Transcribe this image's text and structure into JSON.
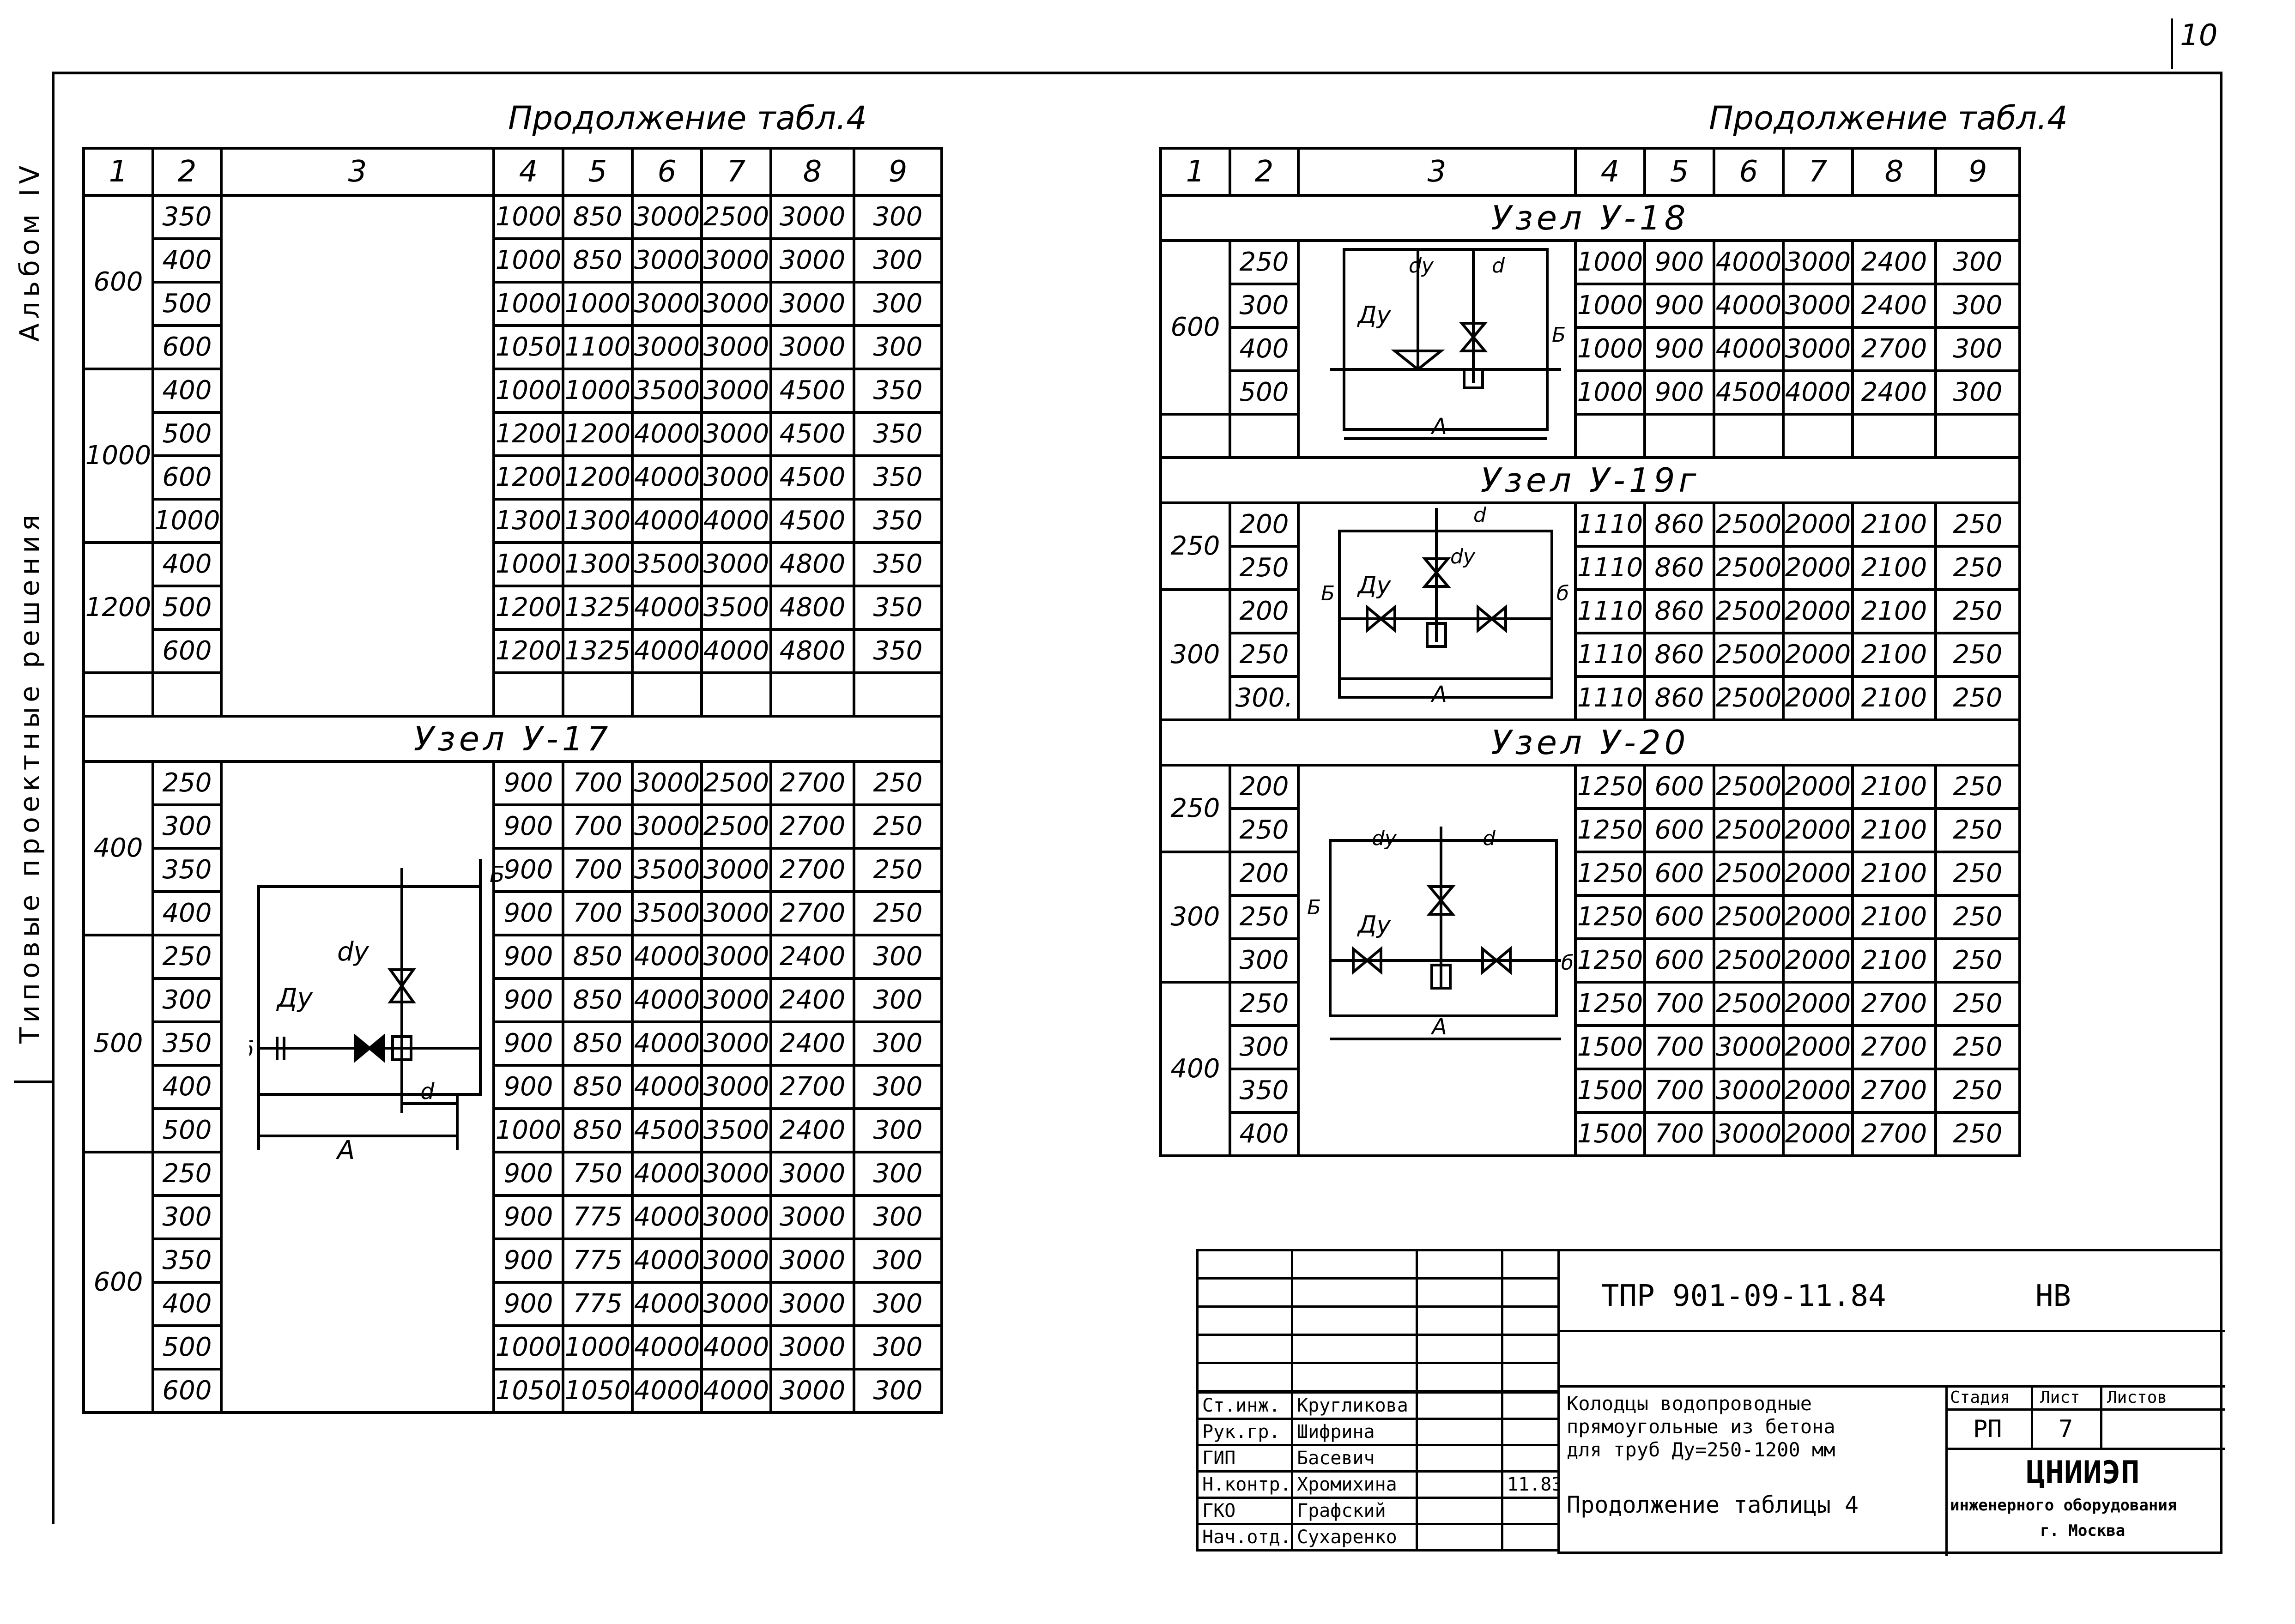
{
  "page_number": "10",
  "side_text": {
    "album": "Альбом IV",
    "series": "Типовые проектные решения"
  },
  "left_caption": "Продолжение табл.4",
  "right_caption": "Продолжение табл.4",
  "headers": [
    "1",
    "2",
    "3",
    "4",
    "5",
    "6",
    "7",
    "8",
    "9"
  ],
  "left_table": {
    "groups_top": [
      {
        "d": "600",
        "rows": [
          [
            "350",
            "1000",
            "850",
            "3000",
            "2500",
            "3000",
            "300"
          ],
          [
            "400",
            "1000",
            "850",
            "3000",
            "3000",
            "3000",
            "300"
          ],
          [
            "500",
            "1000",
            "1000",
            "3000",
            "3000",
            "3000",
            "300"
          ],
          [
            "600",
            "1050",
            "1100",
            "3000",
            "3000",
            "3000",
            "300"
          ]
        ]
      },
      {
        "d": "1000",
        "rows": [
          [
            "400",
            "1000",
            "1000",
            "3500",
            "3000",
            "4500",
            "350"
          ],
          [
            "500",
            "1200",
            "1200",
            "4000",
            "3000",
            "4500",
            "350"
          ],
          [
            "600",
            "1200",
            "1200",
            "4000",
            "3000",
            "4500",
            "350"
          ],
          [
            "1000",
            "1300",
            "1300",
            "4000",
            "4000",
            "4500",
            "350"
          ]
        ]
      },
      {
        "d": "1200",
        "rows": [
          [
            "400",
            "1000",
            "1300",
            "3500",
            "3000",
            "4800",
            "350"
          ],
          [
            "500",
            "1200",
            "1325",
            "4000",
            "3500",
            "4800",
            "350"
          ],
          [
            "600",
            "1200",
            "1325",
            "4000",
            "4000",
            "4800",
            "350"
          ]
        ]
      }
    ],
    "section": "Узел У-17",
    "groups_bottom": [
      {
        "d": "400",
        "rows": [
          [
            "250",
            "900",
            "700",
            "3000",
            "2500",
            "2700",
            "250"
          ],
          [
            "300",
            "900",
            "700",
            "3000",
            "2500",
            "2700",
            "250"
          ],
          [
            "350",
            "900",
            "700",
            "3500",
            "3000",
            "2700",
            "250"
          ],
          [
            "400",
            "900",
            "700",
            "3500",
            "3000",
            "2700",
            "250"
          ]
        ]
      },
      {
        "d": "500",
        "rows": [
          [
            "250",
            "900",
            "850",
            "4000",
            "3000",
            "2400",
            "300"
          ],
          [
            "300",
            "900",
            "850",
            "4000",
            "3000",
            "2400",
            "300"
          ],
          [
            "350",
            "900",
            "850",
            "4000",
            "3000",
            "2400",
            "300"
          ],
          [
            "400",
            "900",
            "850",
            "4000",
            "3000",
            "2700",
            "300"
          ],
          [
            "500",
            "1000",
            "850",
            "4500",
            "3500",
            "2400",
            "300"
          ]
        ]
      },
      {
        "d": "600",
        "rows": [
          [
            "250",
            "900",
            "750",
            "4000",
            "3000",
            "3000",
            "300"
          ],
          [
            "300",
            "900",
            "775",
            "4000",
            "3000",
            "3000",
            "300"
          ],
          [
            "350",
            "900",
            "775",
            "4000",
            "3000",
            "3000",
            "300"
          ],
          [
            "400",
            "900",
            "775",
            "4000",
            "3000",
            "3000",
            "300"
          ],
          [
            "500",
            "1000",
            "1000",
            "4000",
            "4000",
            "3000",
            "300"
          ],
          [
            "600",
            "1050",
            "1050",
            "4000",
            "4000",
            "3000",
            "300"
          ]
        ]
      }
    ]
  },
  "right_table": {
    "sections": [
      {
        "title": "Узел У-18",
        "groups": [
          {
            "d": "600",
            "rows": [
              [
                "250",
                "1000",
                "900",
                "4000",
                "3000",
                "2400",
                "300"
              ],
              [
                "300",
                "1000",
                "900",
                "4000",
                "3000",
                "2400",
                "300"
              ],
              [
                "400",
                "1000",
                "900",
                "4000",
                "3000",
                "2700",
                "300"
              ],
              [
                "500",
                "1000",
                "900",
                "4500",
                "4000",
                "2400",
                "300"
              ]
            ]
          }
        ]
      },
      {
        "title": "Узел У-19г",
        "groups": [
          {
            "d": "250",
            "rows": [
              [
                "200",
                "1110",
                "860",
                "2500",
                "2000",
                "2100",
                "250"
              ],
              [
                "250",
                "1110",
                "860",
                "2500",
                "2000",
                "2100",
                "250"
              ]
            ]
          },
          {
            "d": "300",
            "rows": [
              [
                "200",
                "1110",
                "860",
                "2500",
                "2000",
                "2100",
                "250"
              ],
              [
                "250",
                "1110",
                "860",
                "2500",
                "2000",
                "2100",
                "250"
              ],
              [
                "300.",
                "1110",
                "860",
                "2500",
                "2000",
                "2100",
                "250"
              ]
            ]
          }
        ]
      },
      {
        "title": "Узел У-20",
        "groups": [
          {
            "d": "250",
            "rows": [
              [
                "200",
                "1250",
                "600",
                "2500",
                "2000",
                "2100",
                "250"
              ],
              [
                "250",
                "1250",
                "600",
                "2500",
                "2000",
                "2100",
                "250"
              ]
            ]
          },
          {
            "d": "300",
            "rows": [
              [
                "200",
                "1250",
                "600",
                "2500",
                "2000",
                "2100",
                "250"
              ],
              [
                "250",
                "1250",
                "600",
                "2500",
                "2000",
                "2100",
                "250"
              ],
              [
                "300",
                "1250",
                "600",
                "2500",
                "2000",
                "2100",
                "250"
              ]
            ]
          },
          {
            "d": "400",
            "rows": [
              [
                "250",
                "1250",
                "700",
                "2500",
                "2000",
                "2700",
                "250"
              ],
              [
                "300",
                "1500",
                "700",
                "3000",
                "2000",
                "2700",
                "250"
              ],
              [
                "350",
                "1500",
                "700",
                "3000",
                "2000",
                "2700",
                "250"
              ],
              [
                "400",
                "1500",
                "700",
                "3000",
                "2000",
                "2700",
                "250"
              ]
            ]
          }
        ]
      }
    ]
  },
  "diagram_labels": {
    "Du": "Ду",
    "dy": "dy",
    "d": "d",
    "A": "А",
    "B": "Б",
    "b": "б"
  },
  "stamp": {
    "code": "ТПР 901-09-11.84",
    "suffix": "НВ",
    "people": [
      {
        "role": "Ст.инж.",
        "name": "Кругликова"
      },
      {
        "role": "Рук.гр.",
        "name": "Шифрина"
      },
      {
        "role": "ГИП",
        "name": "Басевич"
      },
      {
        "role": "Н.контр.",
        "name": "Хромихина",
        "date": "11.83"
      },
      {
        "role": "ГКО",
        "name": "Графский"
      },
      {
        "role": "Нач.отд.",
        "name": "Сухаренко"
      }
    ],
    "description_lines": [
      "Колодцы водопроводные",
      "прямоугольные из бетона",
      "для труб Ду=250-1200 мм"
    ],
    "sheet_title": "Продолжение таблицы 4",
    "stage_header": "Стадия",
    "sheet_header": "Лист",
    "sheets_header": "Листов",
    "stage": "РП",
    "sheet": "7",
    "org": "ЦНИИЭП",
    "org_sub": "инженерного оборудования",
    "city": "г. Москва"
  }
}
